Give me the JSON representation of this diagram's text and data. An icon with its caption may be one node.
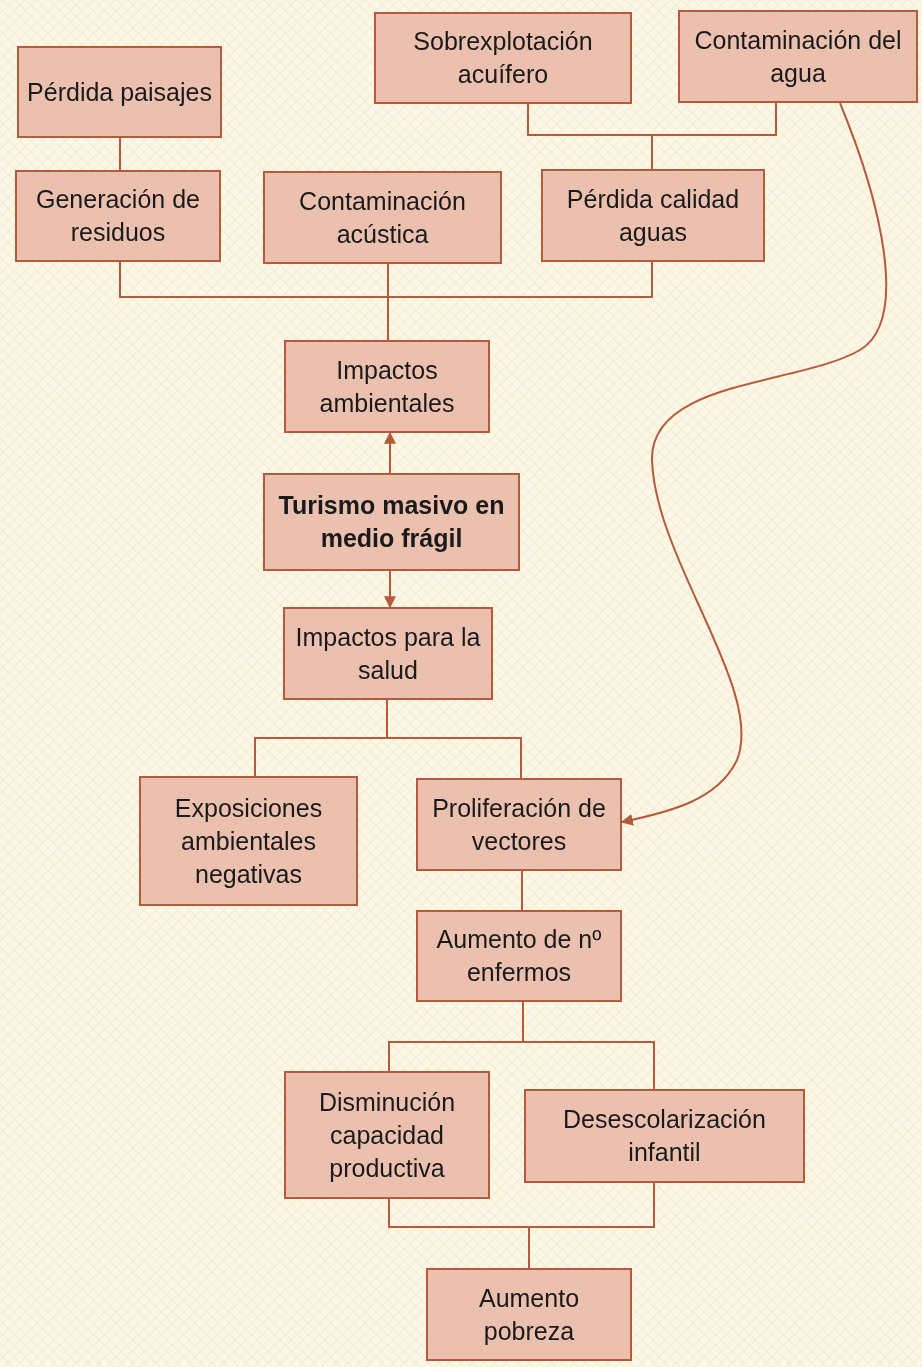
{
  "diagram": {
    "nodes": [
      {
        "text": [
          "Pérdida paisajes"
        ]
      },
      {
        "text": [
          "Sobrexplotación acuífero"
        ]
      },
      {
        "text": [
          "Contaminación del agua"
        ]
      },
      {
        "text": [
          "Generación de residuos"
        ]
      },
      {
        "text": [
          "Contaminación acústica"
        ]
      },
      {
        "text": [
          "Pérdida calidad aguas"
        ]
      },
      {
        "text": [
          "Impactos ambientales"
        ]
      },
      {
        "text": [
          "Turismo masivo en medio frágil"
        ]
      },
      {
        "text": [
          "Impactos para la salud"
        ]
      },
      {
        "text": [
          "Exposiciones ambientales negativas"
        ]
      },
      {
        "text": [
          "Proliferación de vectores"
        ]
      },
      {
        "text": [
          "Aumento de nº enfermos"
        ]
      },
      {
        "text": [
          "Disminución capacidad productiva"
        ]
      },
      {
        "text": [
          "Desescolarización infantil"
        ]
      },
      {
        "text": [
          "Aumento pobreza"
        ]
      }
    ],
    "edges": [
      {
        "from": 0,
        "to": 3,
        "arrow": "none"
      },
      {
        "from": 1,
        "to": 5,
        "arrow": "none"
      },
      {
        "from": 2,
        "to": 5,
        "arrow": "none"
      },
      {
        "from": 3,
        "to": 6,
        "arrow": "none"
      },
      {
        "from": 4,
        "to": 6,
        "arrow": "none"
      },
      {
        "from": 5,
        "to": 6,
        "arrow": "none"
      },
      {
        "from": 7,
        "to": 6,
        "arrow": "to"
      },
      {
        "from": 7,
        "to": 8,
        "arrow": "to"
      },
      {
        "from": 8,
        "to": 9,
        "arrow": "none"
      },
      {
        "from": 8,
        "to": 10,
        "arrow": "none"
      },
      {
        "from": 2,
        "to": 10,
        "arrow": "to"
      },
      {
        "from": 10,
        "to": 11,
        "arrow": "none"
      },
      {
        "from": 11,
        "to": 12,
        "arrow": "none"
      },
      {
        "from": 11,
        "to": 13,
        "arrow": "none"
      },
      {
        "from": 12,
        "to": 14,
        "arrow": "none"
      },
      {
        "from": 13,
        "to": 14,
        "arrow": "none"
      }
    ]
  }
}
